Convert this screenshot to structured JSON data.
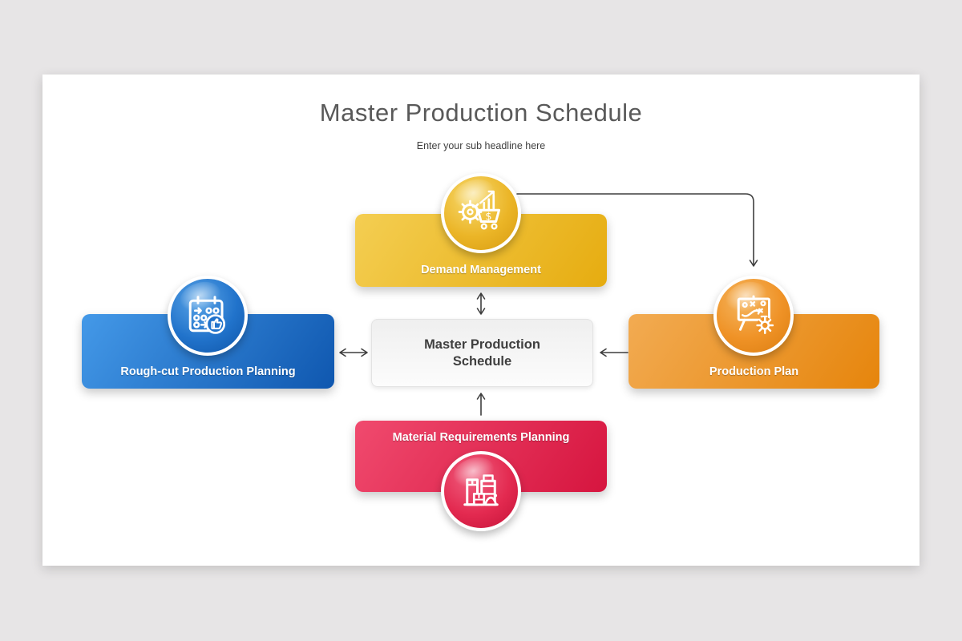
{
  "header": {
    "title": "Master Production Schedule",
    "subtitle": "Enter your sub headline here"
  },
  "center_node": {
    "label_lines": [
      "Master Production",
      "Schedule"
    ]
  },
  "nodes": {
    "demand": {
      "label": "Demand Management"
    },
    "rough_cut": {
      "label": "Rough-cut Production Planning"
    },
    "production_plan": {
      "label": "Production Plan"
    },
    "mrp": {
      "label": "Material Requirements Planning"
    }
  },
  "icons": {
    "demand": "gear-shopping-cart-growth-icon",
    "rough_cut": "calendar-checklist-thumbs-up-icon",
    "production_plan": "strategy-board-gear-icon",
    "mrp": "warehouse-materials-icon"
  },
  "connections": [
    {
      "from": "demand",
      "to": "center",
      "type": "bidirectional"
    },
    {
      "from": "rough_cut",
      "to": "center",
      "type": "bidirectional"
    },
    {
      "from": "production_plan",
      "to": "center",
      "type": "one-way"
    },
    {
      "from": "mrp",
      "to": "center",
      "type": "one-way"
    },
    {
      "from": "demand",
      "to": "production_plan",
      "type": "one-way-elbow"
    }
  ],
  "colors": {
    "bg": "#E7E5E6",
    "slide-bg": "#FFFFFF",
    "title-text": "#595959",
    "subtitle-text": "#404040",
    "arrow": "#3F3F3F",
    "node-label-text": "#FFFFFF",
    "center-from": "#EFEFEF",
    "center-to": "#FCFCFC",
    "center-border": "#E3E3E3",
    "center-text": "#3F3F3F",
    "demand-from": "#F4CE52",
    "demand-to": "#E6AC10",
    "demand-circle": "#EBB527",
    "demand-circle-light": "#F7DA70",
    "demand-circle-dark": "#D79B10",
    "rough-cut-from": "#4499E8",
    "rough-cut-to": "#0F57AF",
    "rough-cut-circle": "#2173CB",
    "rough-cut-circle-light": "#5AA4E6",
    "rough-cut-circle-dark": "#0F55A8",
    "production-plan-from": "#F2AB52",
    "production-plan-to": "#E6850C",
    "production-plan-circle": "#EF9226",
    "production-plan-circle-light": "#F5B660",
    "production-plan-circle-dark": "#DB7D10",
    "mrp-from": "#F04A6E",
    "mrp-to": "#D6153F",
    "mrp-circle": "#E32A50",
    "mrp-circle-light": "#F06080",
    "mrp-circle-dark": "#C41238"
  }
}
